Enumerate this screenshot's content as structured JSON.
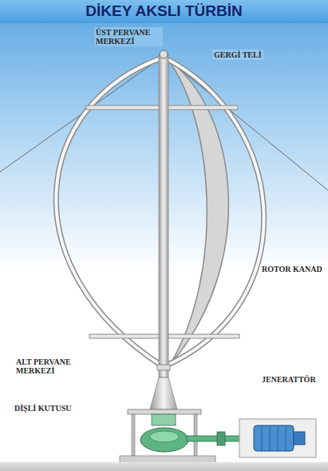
{
  "diagram": {
    "title": "DİKEY AKSLI TÜRBİN",
    "labels": [
      "ÜST PERVANE MERKEZİ",
      "GERGİ TELİ",
      "ROTOR KANAD",
      "ALT PERVANE MERKEZİ",
      "JENERATTÖR",
      "DİŞLİ KUTUSU"
    ]
  }
}
